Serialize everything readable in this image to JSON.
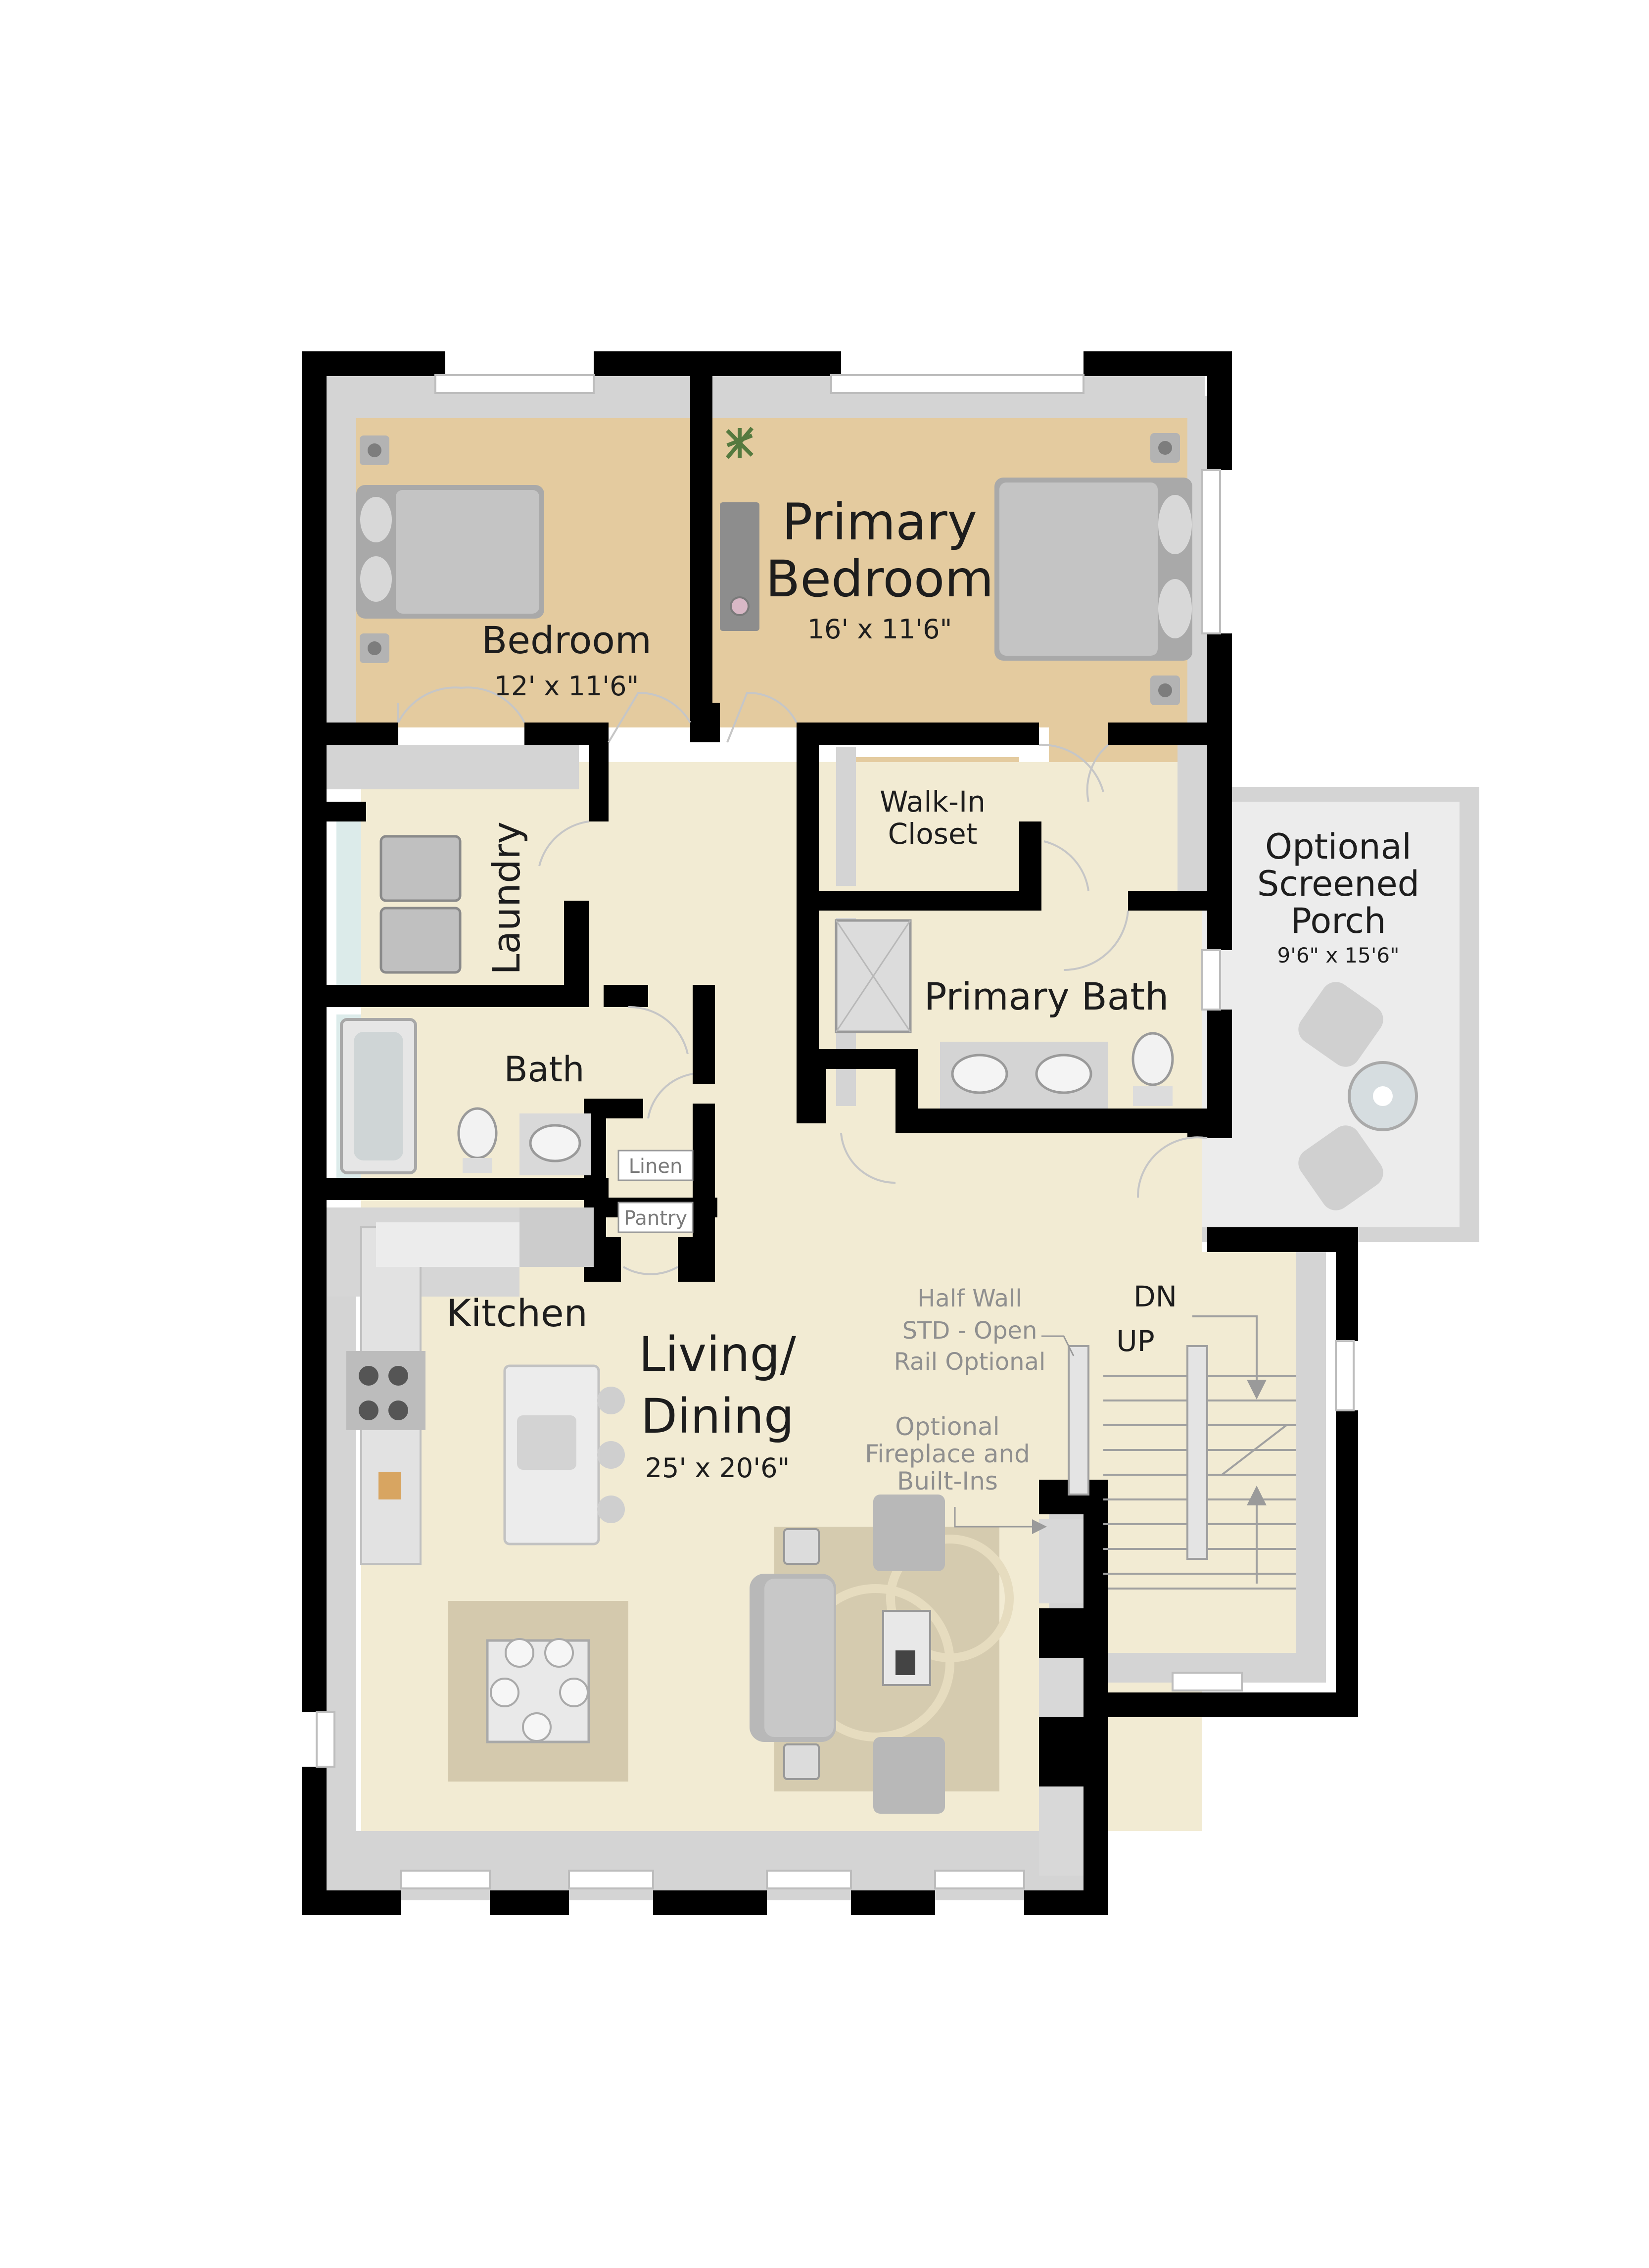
{
  "colors": {
    "wall": "#000000",
    "bedroom_floor": "#e4cb9f",
    "living_floor": "#f2ebd3",
    "wet_floor": "#dcebea",
    "porch_floor": "#ececec",
    "fixture": "#bfbfbf",
    "label_gray": "#8f8f8f"
  },
  "rooms": {
    "bedroom": {
      "name": "Bedroom",
      "dims": "12' x 11'6\""
    },
    "primary_bedroom": {
      "name_line1": "Primary",
      "name_line2": "Bedroom",
      "dims": "16' x 11'6\""
    },
    "walk_in_closet": {
      "line1": "Walk-In",
      "line2": "Closet"
    },
    "laundry": {
      "name": "Laundry"
    },
    "primary_bath": {
      "name": "Primary Bath"
    },
    "bath": {
      "name": "Bath"
    },
    "linen": {
      "name": "Linen"
    },
    "pantry": {
      "name": "Pantry"
    },
    "kitchen": {
      "name": "Kitchen"
    },
    "living_dining": {
      "name_line1": "Living/",
      "name_line2": "Dining",
      "dims": "25' x 20'6\""
    },
    "porch": {
      "line1": "Optional",
      "line2": "Screened",
      "line3": "Porch",
      "dims": "9'6\" x 15'6\""
    }
  },
  "annotations": {
    "half_wall": {
      "line1": "Half Wall",
      "line2": "STD - Open",
      "line3": "Rail Optional"
    },
    "fireplace": {
      "line1": "Optional",
      "line2": "Fireplace and",
      "line3": "Built-Ins"
    },
    "stairs_down": "DN",
    "stairs_up": "UP"
  }
}
